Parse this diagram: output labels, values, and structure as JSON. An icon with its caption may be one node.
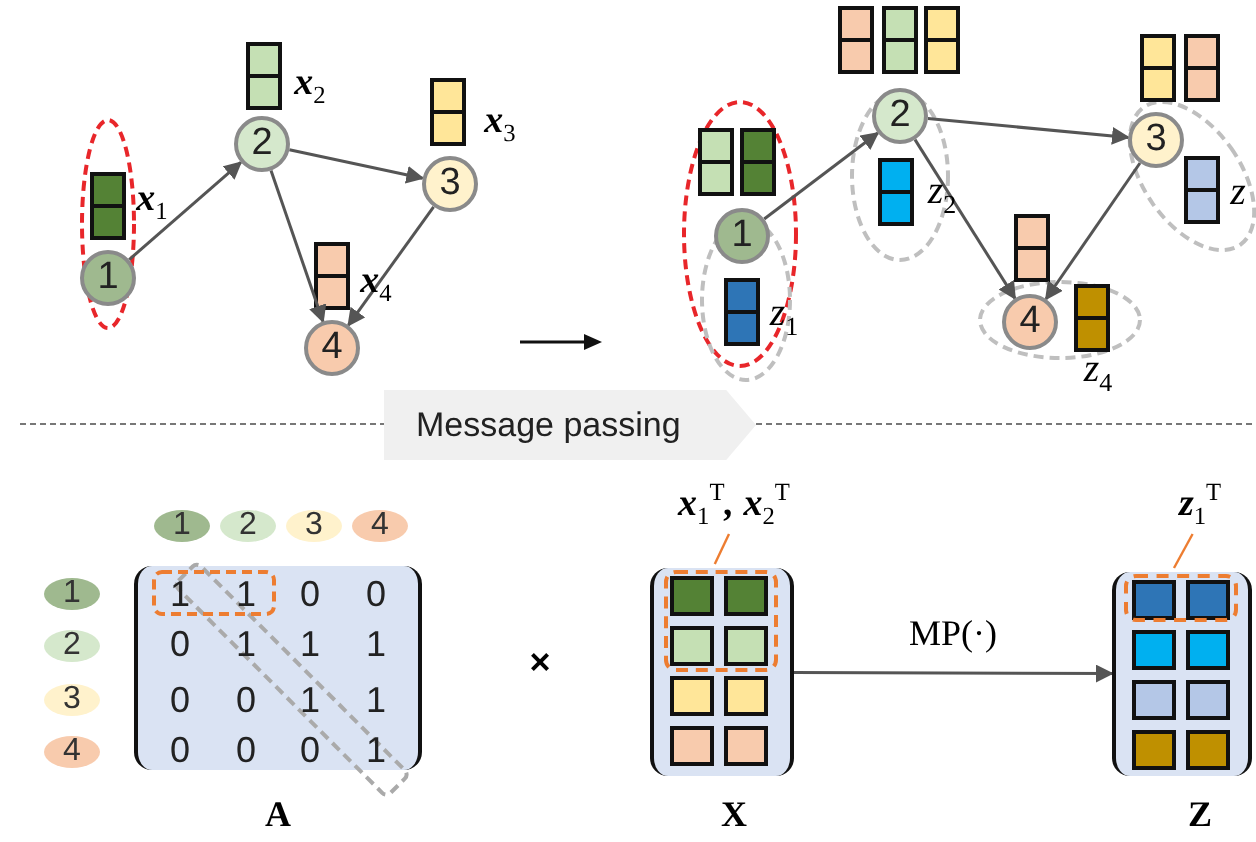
{
  "diagram": {
    "nodes": [
      {
        "text": [
          "1"
        ]
      },
      {
        "text": [
          "2"
        ]
      },
      {
        "text": [
          "3"
        ]
      },
      {
        "text": [
          "4"
        ]
      },
      {
        "text": [
          "1"
        ]
      },
      {
        "text": [
          "2"
        ]
      },
      {
        "text": [
          "3"
        ]
      },
      {
        "text": [
          "4"
        ]
      },
      {
        "text": [
          "Message passing"
        ]
      },
      {
        "text": [
          "1"
        ]
      },
      {
        "text": [
          "2"
        ]
      },
      {
        "text": [
          "3"
        ]
      },
      {
        "text": [
          "4"
        ]
      },
      {
        "text": [
          "1"
        ]
      },
      {
        "text": [
          "2"
        ]
      },
      {
        "text": [
          "3"
        ]
      },
      {
        "text": [
          "4"
        ]
      },
      {
        "text": [
          "x$_{1}$$^{T}$, x$_{2}$$^{T}$"
        ]
      },
      {
        "text": [],
        "shape": "box"
      },
      {
        "text": [],
        "shape": "box",
        "in": 18
      },
      {
        "text": [
          "z$_{1}$$^{T}$"
        ]
      },
      {
        "text": [],
        "shape": "box"
      },
      {
        "text": [],
        "shape": "box",
        "in": 21
      }
    ],
    "edges": [
      {
        "from": 0,
        "to": 1,
        "arrow": "to"
      },
      {
        "from": 1,
        "to": 2,
        "arrow": "to"
      },
      {
        "from": 1,
        "to": 3,
        "arrow": "to"
      },
      {
        "from": 2,
        "to": 3,
        "arrow": "to"
      },
      {
        "from": 4,
        "to": 5,
        "arrow": "to"
      },
      {
        "from": 5,
        "to": 6,
        "arrow": "to"
      },
      {
        "from": 5,
        "to": 7,
        "arrow": "to"
      },
      {
        "from": 6,
        "to": 7,
        "arrow": "to"
      },
      {
        "from": 17,
        "to": 19,
        "arrow": "none",
        "color": "#ed7d31"
      },
      {
        "from": 18,
        "to": 21,
        "arrow": "to",
        "label": "MP(·)"
      },
      {
        "from": 20,
        "to": 22,
        "arrow": "none",
        "color": "#ed7d31"
      }
    ],
    "labels": [
      "x$_{2}$",
      "x$_{3}$",
      "x$_{1}$",
      "x$_{4}$",
      "z$_{2}$",
      "z",
      "z$_{1}$",
      "z$_{4}$",
      "1",
      "1",
      "0",
      "0",
      "0",
      "1",
      "1",
      "1",
      "0",
      "0",
      "1",
      "1",
      "0",
      "0",
      "0",
      "1",
      "A",
      "×",
      "X",
      "Z"
    ]
  }
}
